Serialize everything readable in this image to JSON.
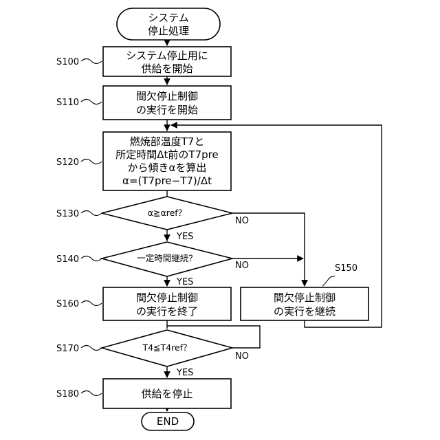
{
  "terminals": {
    "start": [
      "システム",
      "停止処理"
    ],
    "end": "END"
  },
  "steps": {
    "s100": {
      "label": "S100",
      "lines": [
        "システム停止用に",
        "供給を開始"
      ]
    },
    "s110": {
      "label": "S110",
      "lines": [
        "間欠停止制御",
        "の実行を開始"
      ]
    },
    "s120": {
      "label": "S120",
      "lines": [
        "燃焼部温度T7と",
        "所定時間Δt前のT7pre",
        "から傾きαを算出",
        "α=(T7pre−T7)/Δt"
      ]
    },
    "s130": {
      "label": "S130",
      "text": "α≧αref？"
    },
    "s140": {
      "label": "S140",
      "text": "一定時間継続？"
    },
    "s150": {
      "label": "S150",
      "lines": [
        "間欠停止制御",
        "の実行を継続"
      ]
    },
    "s160": {
      "label": "S160",
      "lines": [
        "間欠停止制御",
        "の実行を終了"
      ]
    },
    "s170": {
      "label": "S170",
      "text": "T4≦T4ref？"
    },
    "s180": {
      "label": "S180",
      "lines": [
        "供給を停止"
      ]
    }
  },
  "branches": {
    "yes": "YES",
    "no": "NO"
  }
}
